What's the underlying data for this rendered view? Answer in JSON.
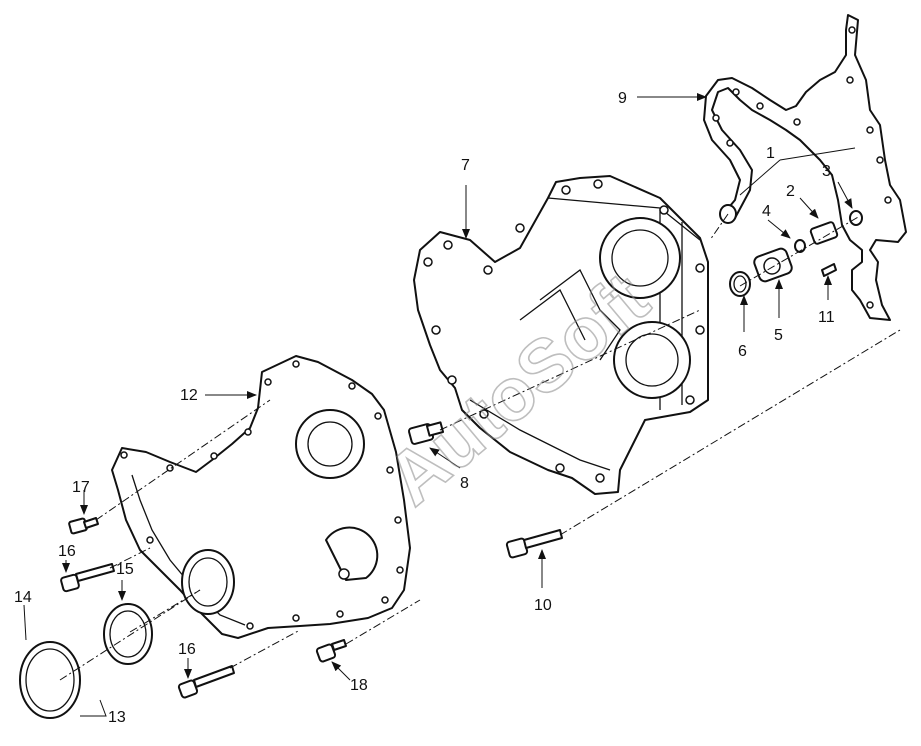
{
  "watermark": "AutoSoft",
  "callouts": {
    "c1": "1",
    "c2": "2",
    "c3": "3",
    "c4": "4",
    "c5": "5",
    "c6": "6",
    "c7": "7",
    "c8": "8",
    "c9": "9",
    "c10": "10",
    "c11": "11",
    "c12": "12",
    "c13": "13",
    "c14": "14",
    "c15": "15",
    "c16a": "16",
    "c16b": "16",
    "c17": "17",
    "c18": "18"
  }
}
